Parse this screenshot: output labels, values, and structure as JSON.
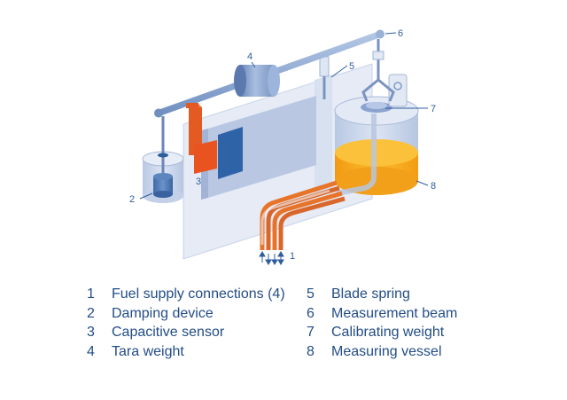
{
  "callouts": [
    "1",
    "2",
    "3",
    "4",
    "5",
    "6",
    "7",
    "8"
  ],
  "legend": [
    {
      "num": "1",
      "label": "Fuel supply connections (4)"
    },
    {
      "num": "2",
      "label": "Damping device"
    },
    {
      "num": "3",
      "label": "Capacitive sensor"
    },
    {
      "num": "4",
      "label": "Tara weight"
    },
    {
      "num": "5",
      "label": "Blade spring"
    },
    {
      "num": "6",
      "label": "Measurement beam"
    },
    {
      "num": "7",
      "label": "Calibrating weight"
    },
    {
      "num": "8",
      "label": "Measuring vessel"
    }
  ],
  "colors": {
    "text": "#234d86",
    "callout": "#2f5e9e",
    "beam": "#7f9fcb",
    "panel": "#c9d4ea",
    "sensor": "#e8521f",
    "fuel": "#f6a51a",
    "pipes": "#e8742a"
  }
}
